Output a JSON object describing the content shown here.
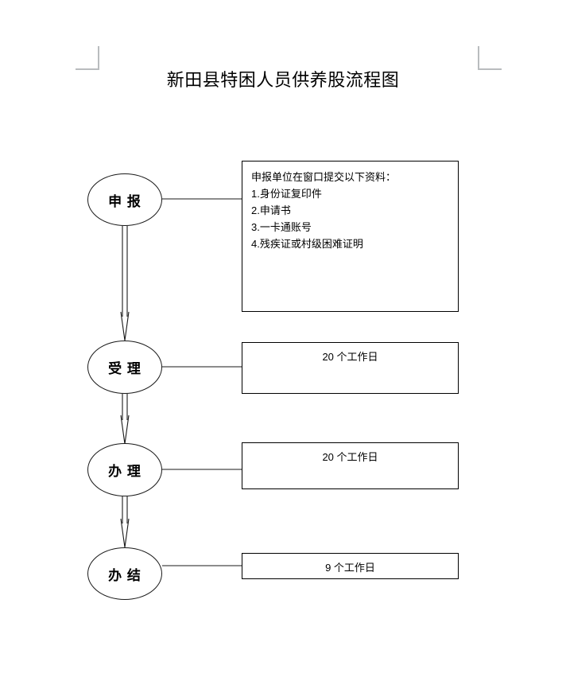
{
  "page": {
    "title": "新田县特困人员供养股流程图",
    "background_color": "#ffffff",
    "line_color": "#000000",
    "corner_mark_color": "#b9bcbe"
  },
  "flow": {
    "nodes": [
      {
        "id": "apply",
        "label": "申  报"
      },
      {
        "id": "accept",
        "label": "受  理"
      },
      {
        "id": "process",
        "label": "办  理"
      },
      {
        "id": "complete",
        "label": "办  结"
      }
    ],
    "boxes": [
      {
        "id": "materials",
        "heading": "申报单位在窗口提交以下资料：",
        "items": [
          "1.身份证复印件",
          "2.申请书",
          "3.一卡通账号",
          "4.残疾证或村级困难证明"
        ]
      },
      {
        "id": "accept-duration",
        "text": "20 个工作日"
      },
      {
        "id": "process-duration",
        "text": "20 个工作日"
      },
      {
        "id": "complete-duration",
        "text": "9 个工作日"
      }
    ]
  }
}
